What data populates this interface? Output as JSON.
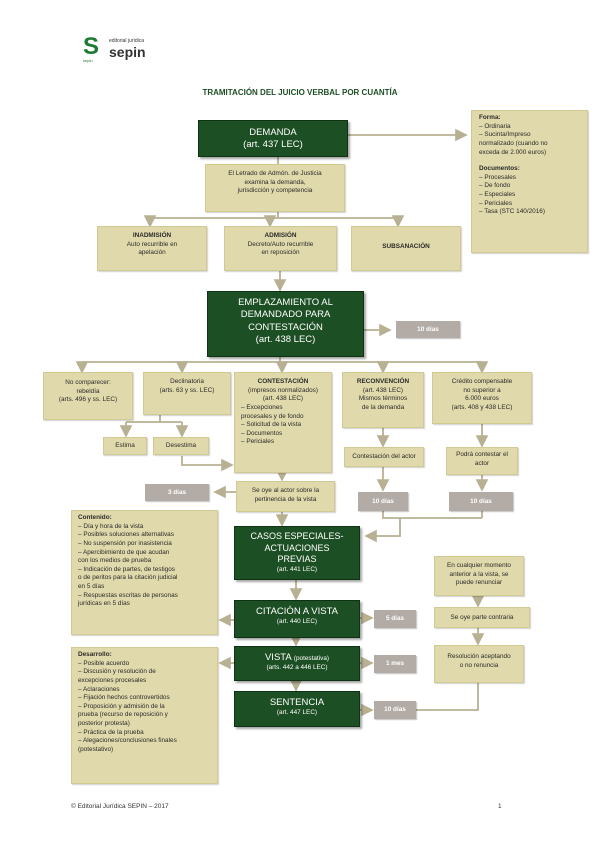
{
  "header": {
    "logo_letter": "S",
    "brand_small": "editorial jurídica",
    "brand_name": "sepin",
    "logo_sub": "sepin"
  },
  "title": "TRAMITACIÓN DEL JUICIO VERBAL POR CUANTÍA",
  "demanda": {
    "lines": [
      "DEMANDA",
      "(art. 437 LEC)"
    ]
  },
  "forma": {
    "lines": [
      "Forma:",
      "– Ordinaria",
      "– Sucinta/Impreso",
      "normalizado (cuando no",
      "exceda de 2.000 euros)",
      "",
      "Documentos:",
      "– Procesales",
      "– De fondo",
      "– Especiales",
      "– Periciales",
      "– Tasa (STC 140/2016)"
    ]
  },
  "letrado": {
    "lines": [
      "El Letrado de Admón. de Justicia",
      "examina la demanda,",
      "jurisdicción y competencia"
    ]
  },
  "inadmision": {
    "lines": [
      "INADMISIÓN",
      "Auto recurrible en",
      "apelación"
    ]
  },
  "admision": {
    "lines": [
      "ADMISIÓN",
      "Decreto/Auto recurrible",
      "en reposición"
    ]
  },
  "subsanacion": {
    "lines": [
      "SUBSANACIÓN"
    ]
  },
  "emplazamiento": {
    "lines": [
      "EMPLAZAMIENTO AL",
      "DEMANDADO PARA",
      "CONTESTACIÓN",
      "(art. 438 LEC)"
    ]
  },
  "dias10_a": "10 días",
  "no_comparecer": {
    "lines": [
      "No comparecer:",
      "rebeldía",
      "(arts. 496 y ss. LEC)"
    ]
  },
  "declinatoria": {
    "lines": [
      "Declinatoria",
      "(arts. 63 y ss. LEC)"
    ]
  },
  "contestacion": {
    "lines": [
      "CONTESTACIÓN",
      "(impresos normalizados)",
      "(art. 438 LEC)",
      "– Excepciones",
      "procesales y de fondo",
      "– Solicitud de la vista",
      "– Documentos",
      "– Periciales"
    ]
  },
  "reconvencion": {
    "lines": [
      "RECONVENCIÓN",
      "(art. 438 LEC)",
      "Mismos términos",
      "de la demanda"
    ]
  },
  "credito": {
    "lines": [
      "Crédito compensable",
      "no superior a",
      "6.000 euros",
      "(arts. 408 y 438 LEC)"
    ]
  },
  "estima": "Estima",
  "desestima": "Desestima",
  "contestacion_actor": "Contestación del actor",
  "podra_contestar": {
    "lines": [
      "Podrá contestar el",
      "actor"
    ]
  },
  "dias3": "3 días",
  "se_oye_actor": {
    "lines": [
      "Se oye al actor sobre la",
      "pertinencia de la vista"
    ]
  },
  "dias10_b": "10 días",
  "dias10_c": "10 días",
  "contenido": {
    "lines": [
      "Contenido:",
      "– Día y hora de la vista",
      "– Posibles soluciones alternativas",
      "– No suspensión por inasistencia",
      "– Apercibimiento de que acudan",
      "con los medios de prueba",
      "– Indicación de partes, de testigos",
      "o de peritos para la citación judicial",
      "en 5 días",
      "– Respuestas escritas de personas",
      "jurídicas en 5 días"
    ]
  },
  "casos": {
    "lines": [
      "CASOS ESPECIALES-",
      "ACTUACIONES",
      "PREVIAS",
      "(art. 441 LEC)"
    ]
  },
  "cualquier_momento": {
    "lines": [
      "En cualquier momento",
      "anterior a la vista, se",
      "puede renunciar"
    ]
  },
  "citacion": {
    "lines": [
      "CITACIÓN A VISTA",
      "(art. 440 LEC)"
    ]
  },
  "dias5": "5 días",
  "se_oye_contraria": "Se oye parte contraria",
  "desarrollo": {
    "lines": [
      "Desarrollo:",
      "– Posible acuerdo",
      "– Discusión y resolución de",
      "excepciones procesales",
      "– Aclaraciones",
      "– Fijación hechos controvertidos",
      "– Proposición y admisión de la",
      "prueba (recurso de reposición y",
      "posterior protesta)",
      "– Práctica de la prueba",
      "– Alegaciones/conclusiones finales",
      "(potestativo)"
    ]
  },
  "vista": {
    "title": "VISTA",
    "title_suffix": "(potestativa)",
    "line2": "(arts. 442 a 446 LEC)"
  },
  "mes1": "1 mes",
  "resolucion": {
    "lines": [
      "Resolución aceptando",
      "o no renuncia"
    ]
  },
  "sentencia": {
    "lines": [
      "SENTENCIA",
      "(art. 447 LEC)"
    ]
  },
  "dias10_d": "10 días",
  "footer": {
    "left": "© Editorial Jurídica SEPIN – 2017",
    "page": "1"
  },
  "colors": {
    "dark_green": "#1d4f24",
    "tan": "#e0d9ab",
    "grey": "#b3aca6",
    "arrow": "#b8b092"
  }
}
